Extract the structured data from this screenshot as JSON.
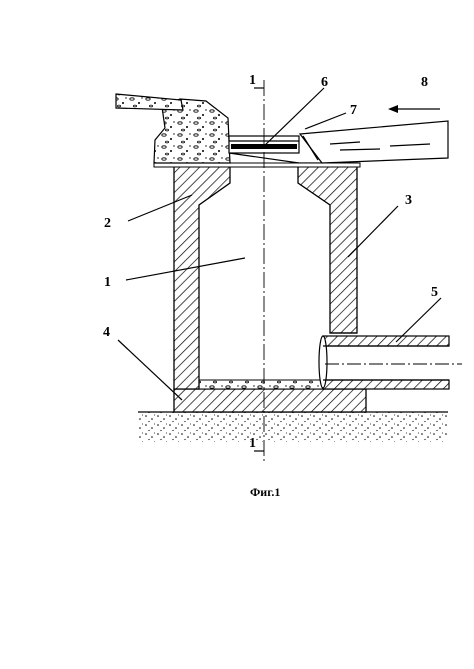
{
  "figure": {
    "caption": "Фиг.1",
    "section_marks": {
      "top": "1",
      "bottom": "1"
    },
    "labels": [
      "1",
      "2",
      "3",
      "4",
      "5",
      "6",
      "7",
      "8"
    ]
  }
}
